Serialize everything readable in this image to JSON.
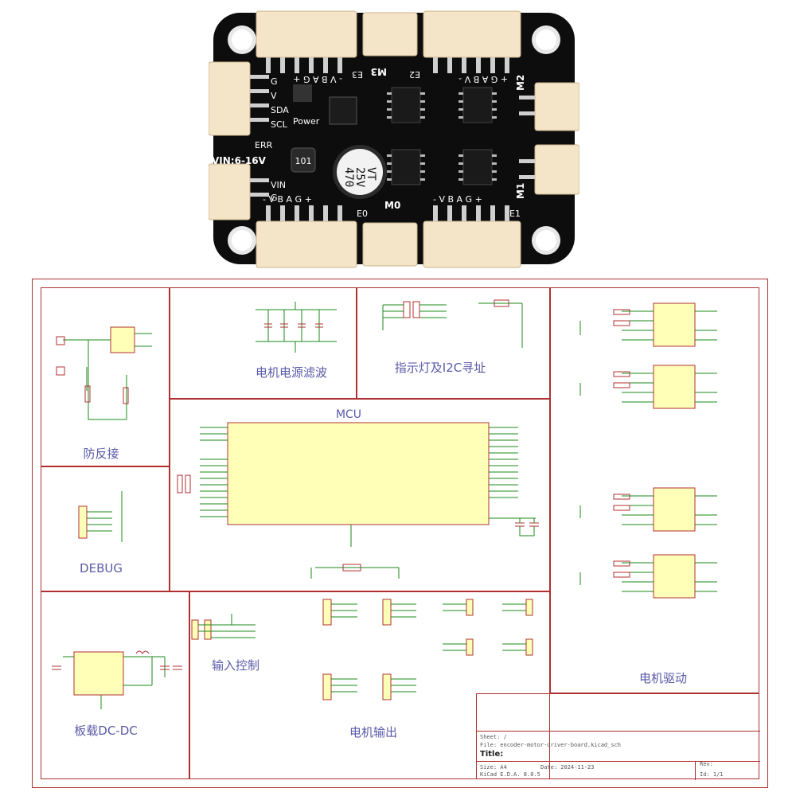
{
  "pcb": {
    "cap_value": "470",
    "cap_voltage": "25V",
    "cap_type": "VT",
    "inductor_label": "101",
    "vin_label": "VIN:6-16V",
    "power_label": "Power",
    "err_label": "ERR",
    "port_pins_top_left": "- V B A G +",
    "port_pins_top_right": "+ G A B V -",
    "port_pins_bottom_left": "- V B A G +",
    "port_pins_bottom_right": "- V B A G +",
    "i2c_pins": [
      "G",
      "V",
      "SDA",
      "SCL"
    ],
    "vin_pins": [
      "VIN",
      "G"
    ],
    "labels": {
      "m0": "M0",
      "m1": "M1",
      "m2": "M2",
      "m3": "M3",
      "e0": "E0",
      "e1": "E1",
      "e2": "E2",
      "e3": "E3"
    }
  },
  "schematic": {
    "sections": {
      "reverse_protect": "防反接",
      "motor_filter": "电机电源滤波",
      "indicator_i2c": "指示灯及I2C寻址",
      "mcu": "MCU",
      "debug": "DEBUG",
      "input_control": "输入控制",
      "motor_output": "电机输出",
      "onboard_dcdc": "板载DC-DC",
      "motor_drive": "电机驱动"
    },
    "title_block": {
      "sheet": "Sheet: /",
      "file": "File: encoder-motor-driver-board.kicad_sch",
      "title_label": "Title:",
      "size": "Size: A4",
      "date": "Date: 2024-11-23",
      "rev": "Rev:",
      "kicad": "KiCad E.D.A. 8.0.5",
      "id": "Id: 1/1"
    }
  }
}
